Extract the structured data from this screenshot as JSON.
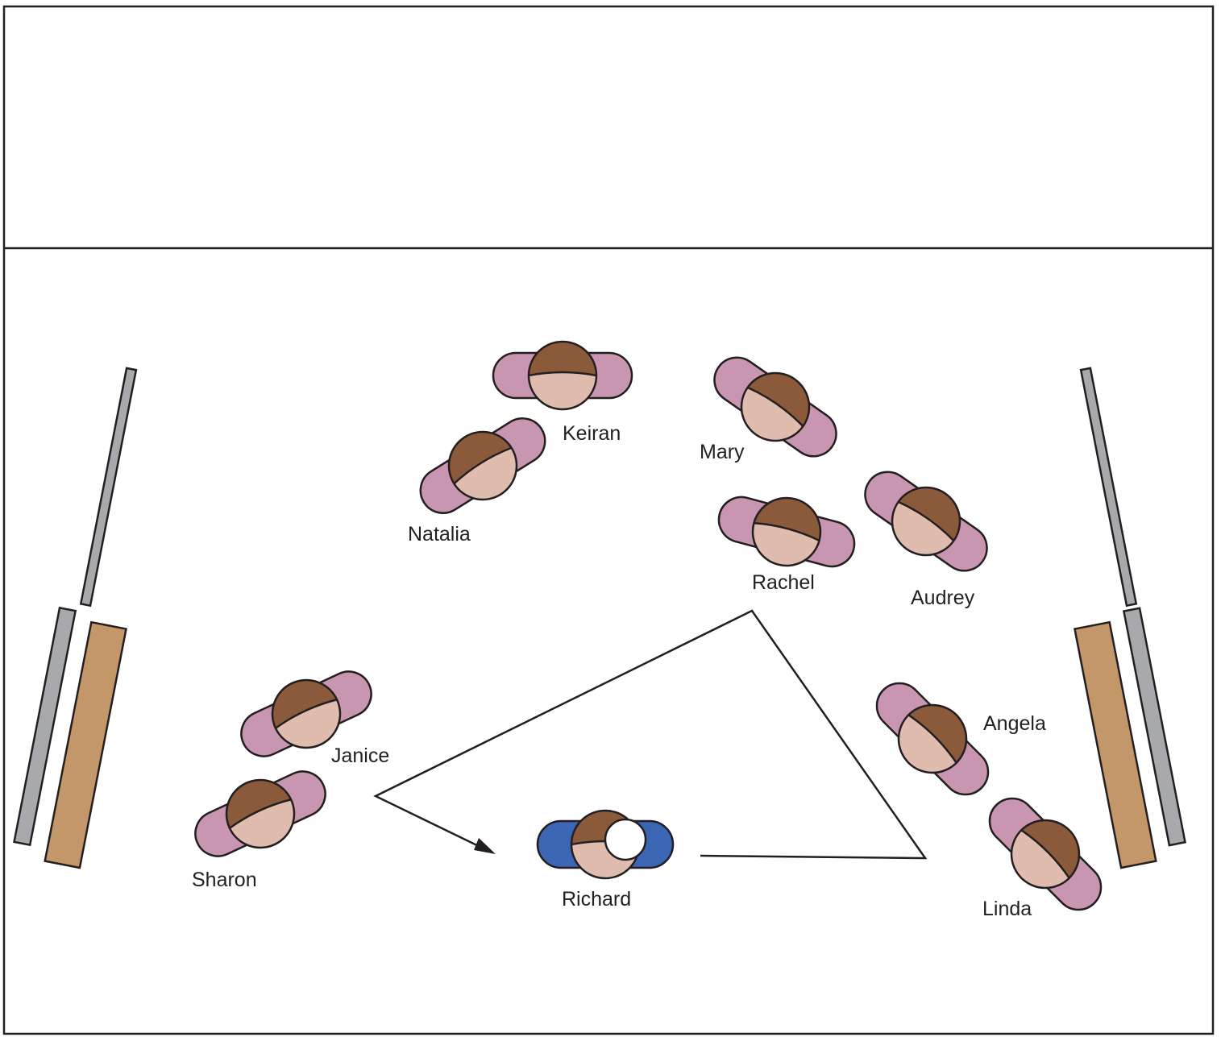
{
  "people": [
    {
      "id": "keiran",
      "name": "Keiran"
    },
    {
      "id": "mary",
      "name": "Mary"
    },
    {
      "id": "natalia",
      "name": "Natalia"
    },
    {
      "id": "rachel",
      "name": "Rachel"
    },
    {
      "id": "audrey",
      "name": "Audrey"
    },
    {
      "id": "janice",
      "name": "Janice"
    },
    {
      "id": "sharon",
      "name": "Sharon"
    },
    {
      "id": "richard",
      "name": "Richard"
    },
    {
      "id": "angela",
      "name": "Angela"
    },
    {
      "id": "linda",
      "name": "Linda"
    }
  ],
  "colors": {
    "outline": "#231f20",
    "hair": "#8b5a3a",
    "skin": "#dfbcad",
    "pink_body": "#c996b1",
    "blue_body": "#3a66b4",
    "rail_gray": "#a7a9ac",
    "bench_tan": "#c4976a",
    "face_mark": "#ffffff"
  }
}
